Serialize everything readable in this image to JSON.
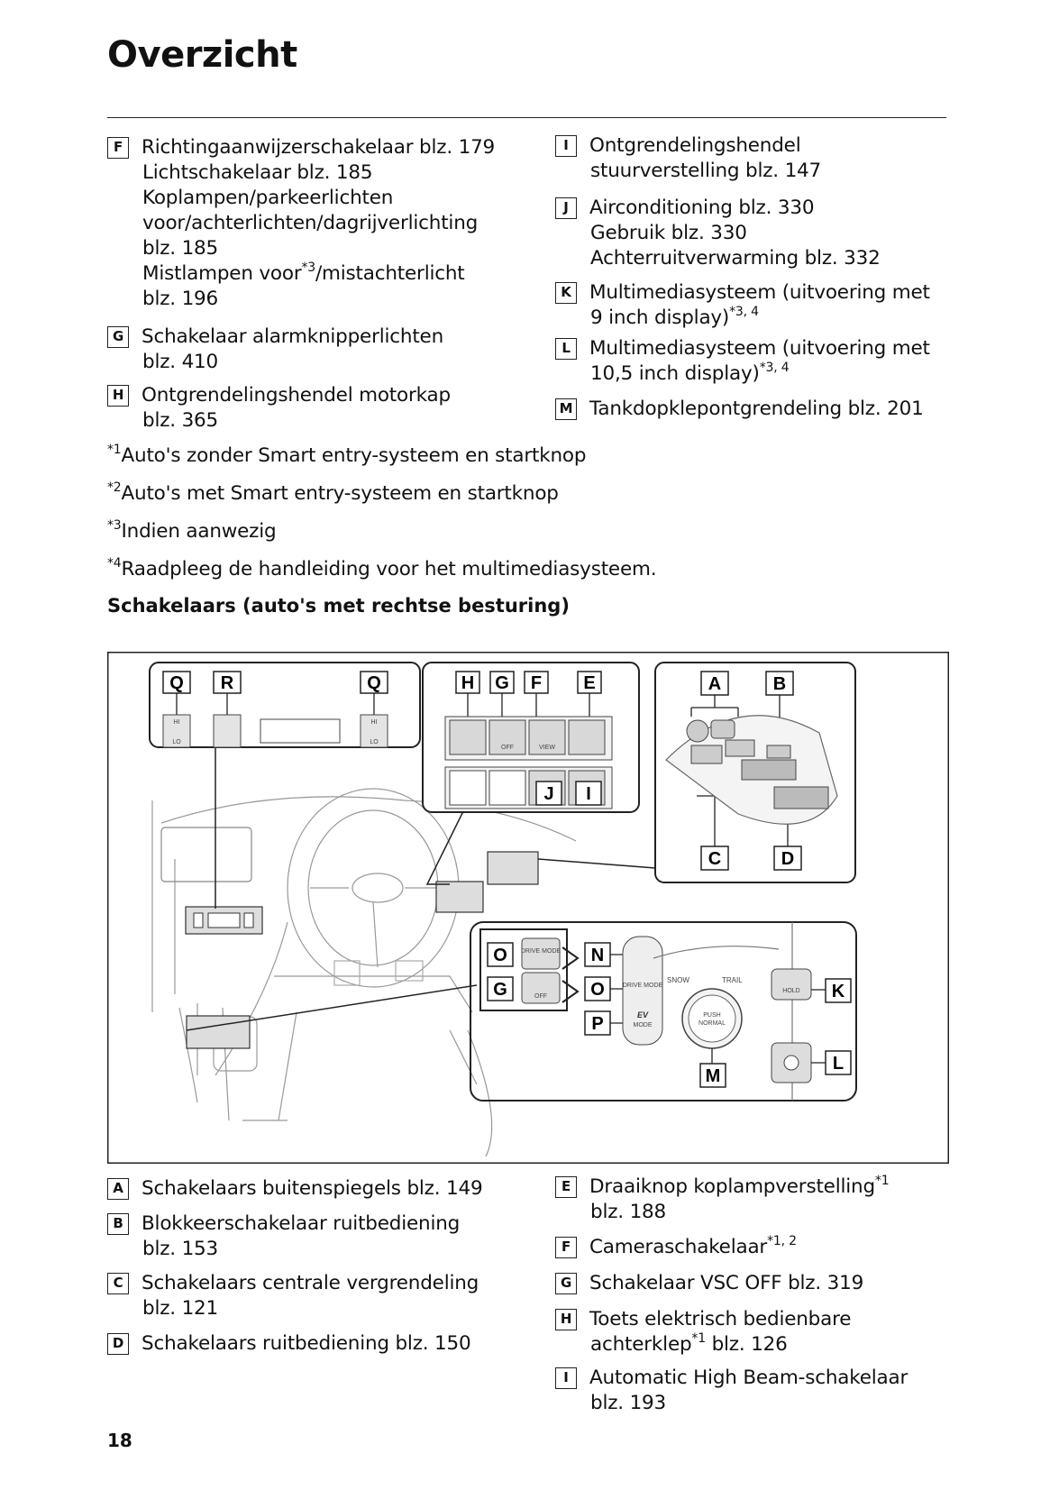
{
  "title": "Overzicht",
  "page_number": "18",
  "upper_left": [
    {
      "key": "F",
      "lines": [
        "Richtingaanwijzerschakelaar blz. 179",
        "Lichtschakelaar blz. 185",
        "Koplampen/parkeerlichten",
        "voor/achterlichten/dagrijverlichting",
        "blz. 185",
        "Mistlampen voor",
        "/mistachterlicht",
        "blz. 196"
      ],
      "sup": "*3"
    },
    {
      "key": "G",
      "lines": [
        "Schakelaar alarmknipperlichten",
        "blz. 410"
      ]
    },
    {
      "key": "H",
      "lines": [
        "Ontgrendelingshendel motorkap",
        "blz. 365"
      ]
    }
  ],
  "upper_right": [
    {
      "key": "I",
      "lines": [
        "Ontgrendelingshendel",
        "stuurverstelling blz. 147"
      ]
    },
    {
      "key": "J",
      "lines": [
        "Airconditioning blz. 330",
        "Gebruik blz. 330",
        "Achterruitverwarming blz. 332"
      ]
    },
    {
      "key": "K",
      "lines": [
        "Multimediasysteem (uitvoering met",
        "9 inch display)"
      ],
      "sup": "*3, 4"
    },
    {
      "key": "L",
      "lines": [
        "Multimediasysteem (uitvoering met",
        "10,5 inch display)"
      ],
      "sup": "*3, 4"
    },
    {
      "key": "M",
      "lines": [
        "Tankdopklepontgrendeling blz. 201"
      ]
    }
  ],
  "notes": [
    {
      "mark": "*1",
      "text": "Auto's zonder Smart entry-systeem en startknop"
    },
    {
      "mark": "*2",
      "text": "Auto's met Smart entry-systeem en startknop"
    },
    {
      "mark": "*3",
      "text": "Indien aanwezig"
    },
    {
      "mark": "*4",
      "text": "Raadpleeg de handleiding voor het multimediasysteem."
    }
  ],
  "subheading": "Schakelaars (auto's met rechtse besturing)",
  "figure": {
    "labels": {
      "Q": "Q",
      "R": "R",
      "H": "H",
      "G": "G",
      "F": "F",
      "E": "E",
      "A": "A",
      "B": "B",
      "C": "C",
      "D": "D",
      "J": "J",
      "I": "I",
      "O": "O",
      "N": "N",
      "P": "P",
      "K": "K",
      "L": "L",
      "M": "M"
    },
    "texts": {
      "drive_mode": "DRIVE MODE",
      "off": "OFF",
      "view": "VIEW",
      "snow": "SNOW",
      "trail": "TRAIL",
      "push": "PUSH",
      "normal": "NORMAL",
      "hold": "HOLD",
      "ev": "EV",
      "mode": "MODE",
      "hi": "HI",
      "lo": "LO"
    }
  },
  "lower_left": [
    {
      "key": "A",
      "lines": [
        "Schakelaars buitenspiegels blz. 149"
      ]
    },
    {
      "key": "B",
      "lines": [
        "Blokkeerschakelaar ruitbediening",
        "blz. 153"
      ]
    },
    {
      "key": "C",
      "lines": [
        "Schakelaars centrale vergrendeling",
        "blz. 121"
      ]
    },
    {
      "key": "D",
      "lines": [
        "Schakelaars ruitbediening blz. 150"
      ]
    }
  ],
  "lower_right": [
    {
      "key": "E",
      "lines": [
        "Draaiknop koplampverstelling",
        "blz. 188"
      ],
      "sup": "*1"
    },
    {
      "key": "F",
      "lines": [
        "Cameraschakelaar"
      ],
      "sup": "*1, 2"
    },
    {
      "key": "G",
      "lines": [
        "Schakelaar VSC OFF blz. 319"
      ]
    },
    {
      "key": "H",
      "lines": [
        "Toets elektrisch bedienbare",
        "blz. 126"
      ],
      "mid": "achterklep",
      "sup": "*1"
    },
    {
      "key": "I",
      "lines": [
        "Automatic High Beam-schakelaar",
        "blz. 193"
      ]
    }
  ]
}
